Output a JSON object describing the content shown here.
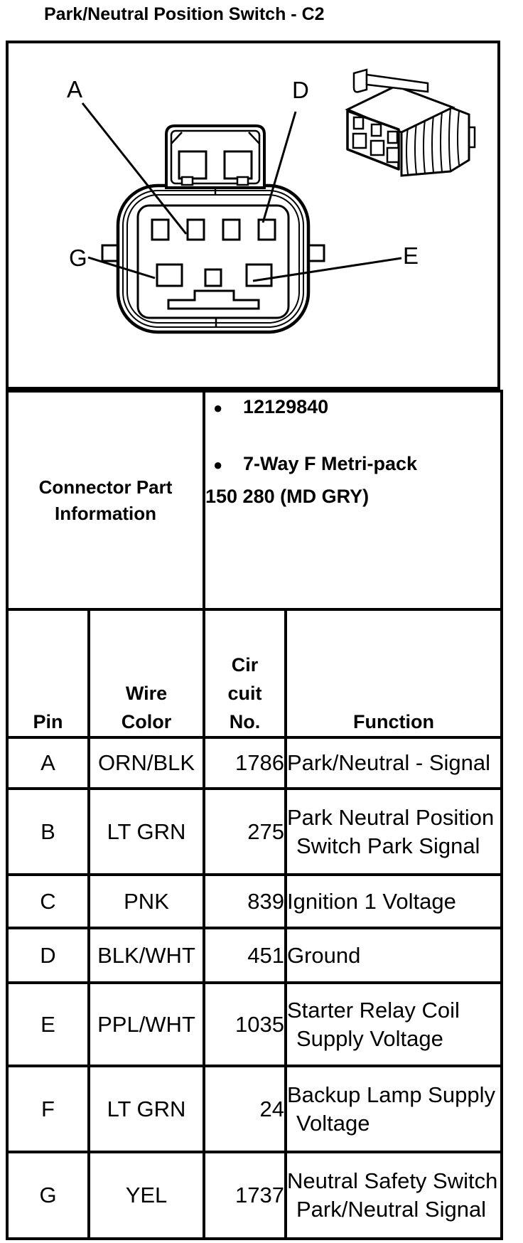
{
  "page": {
    "title": "Park/Neutral Position Switch - C2"
  },
  "figure": {
    "pin_labels": [
      {
        "label": "A"
      },
      {
        "label": "D"
      },
      {
        "label": "G"
      },
      {
        "label": "E"
      }
    ]
  },
  "part_info": {
    "label_lines": [
      "Connector Part",
      "Information"
    ],
    "bullets": [
      "12129840",
      "7-Way F Metri-pack"
    ],
    "wrap_line": "150 280 (MD GRY)"
  },
  "table": {
    "headers": {
      "pin": "Pin",
      "wire_color_lines": [
        "Wire",
        "Color"
      ],
      "circuit_lines": [
        "Cir",
        "cuit",
        "No."
      ],
      "function": "Function"
    },
    "rows": [
      {
        "pin": "A",
        "wire_color": "ORN/BLK",
        "circuit": "1786",
        "function_lines": [
          "Park/Neutral - Signal"
        ]
      },
      {
        "pin": "B",
        "wire_color": "LT GRN",
        "circuit": "275",
        "function_lines": [
          "Park Neutral Position",
          "Switch Park Signal"
        ]
      },
      {
        "pin": "C",
        "wire_color": "PNK",
        "circuit": "839",
        "function_lines": [
          "Ignition 1 Voltage"
        ]
      },
      {
        "pin": "D",
        "wire_color": "BLK/WHT",
        "circuit": "451",
        "function_lines": [
          "Ground"
        ]
      },
      {
        "pin": "E",
        "wire_color": "PPL/WHT",
        "circuit": "1035",
        "function_lines": [
          "Starter Relay Coil",
          "Supply Voltage"
        ]
      },
      {
        "pin": "F",
        "wire_color": "LT GRN",
        "circuit": "24",
        "function_lines": [
          "Backup Lamp Supply",
          "Voltage"
        ]
      },
      {
        "pin": "G",
        "wire_color": "YEL",
        "circuit": "1737",
        "function_lines": [
          "Neutral Safety Switch",
          "Park/Neutral Signal"
        ]
      }
    ]
  },
  "colors": {
    "ink": "#000000",
    "paper": "#ffffff"
  }
}
